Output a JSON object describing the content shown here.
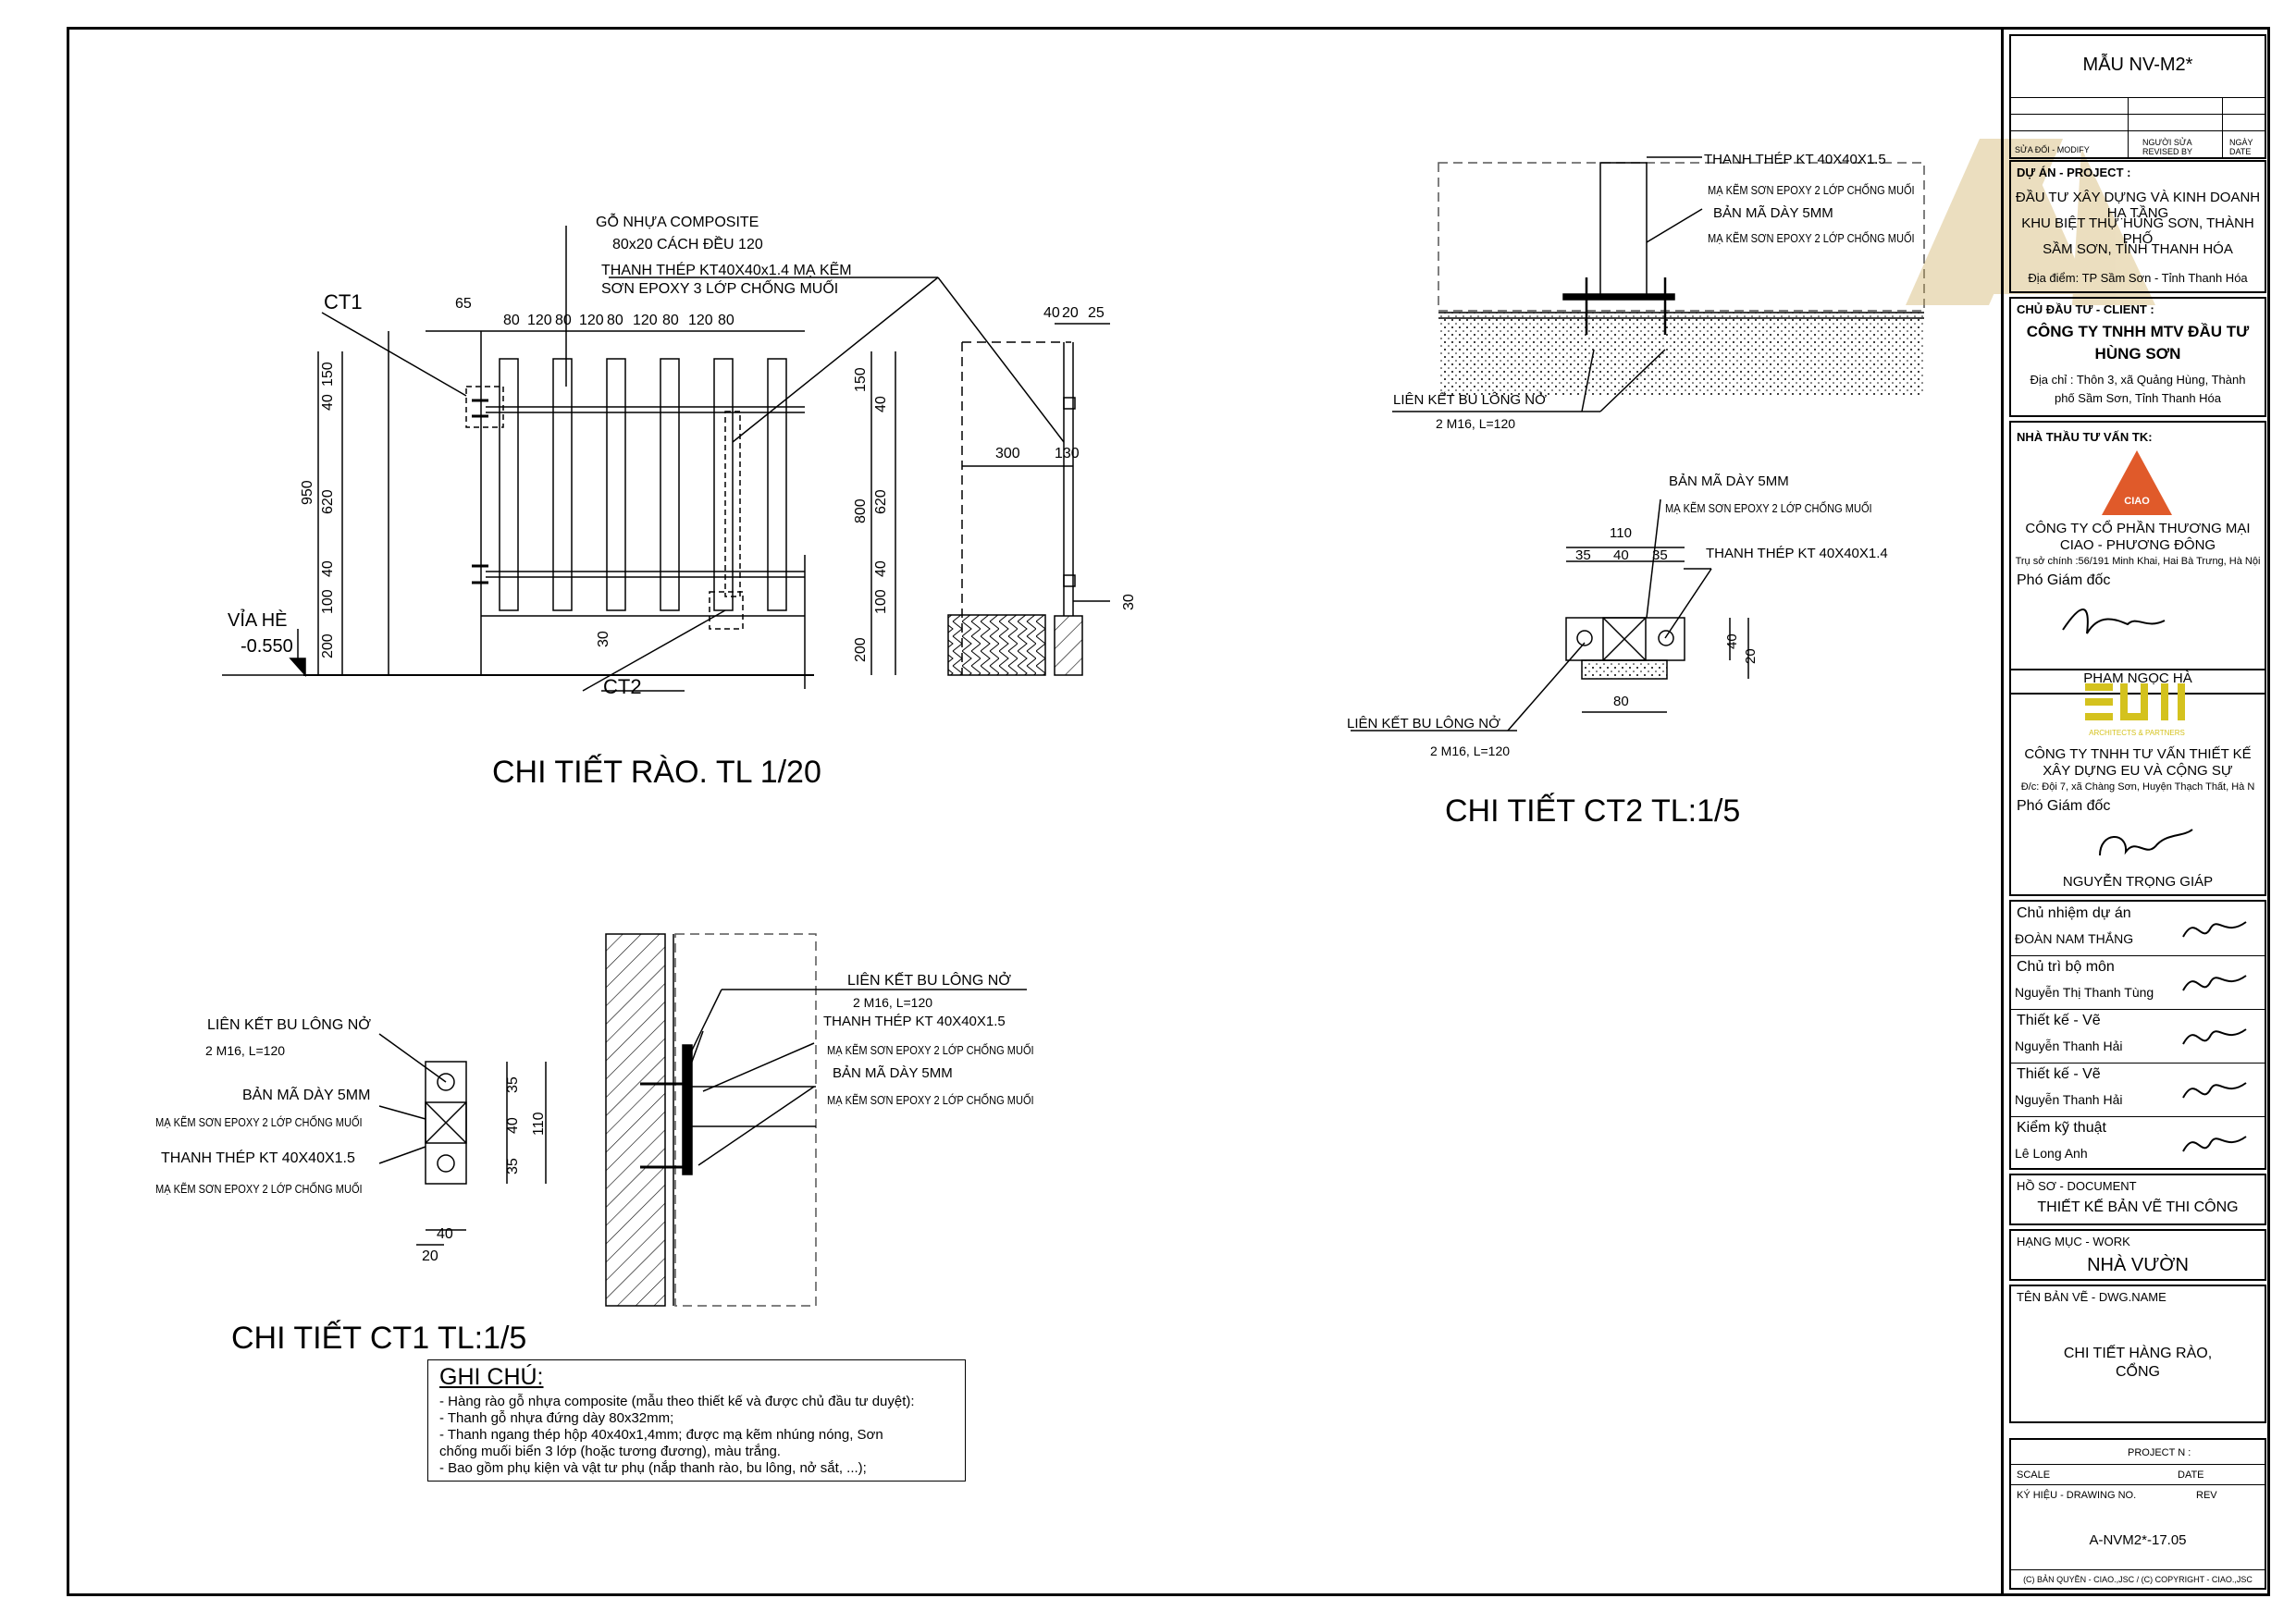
{
  "fence_detail": {
    "title": "CHI TIẾT RÀO. TL 1/20",
    "ct1_tag": "CT1",
    "ct2_tag": "CT2",
    "callout_wood": [
      "GỖ NHỰA COMPOSITE",
      "80x20 CÁCH ĐỀU 120"
    ],
    "callout_steel": [
      "THANH THÉP KT40X40x1.4 MẠ KẼM",
      "SƠN EPOXY 3 LỚP CHỐNG MUỐI"
    ],
    "top_dims": [
      "65",
      "80",
      "120",
      "80",
      "120",
      "80",
      "120",
      "80",
      "120",
      "80"
    ],
    "left_dims": [
      "40",
      "150",
      "620",
      "40",
      "100",
      "200",
      "950"
    ],
    "right_dims": [
      "150",
      "40",
      "620",
      "800",
      "40",
      "100",
      "200"
    ],
    "sidewalk_label": "VỈA HÈ",
    "sidewalk_level": "-0.550",
    "dim_30": "30",
    "section_top": [
      "40",
      "20",
      "25"
    ],
    "section_300": "300",
    "section_130": "130",
    "section_30": "30"
  },
  "ct2_detail": {
    "title": "CHI TIẾT CT2 TL:1/5",
    "elev_labels": [
      "THANH THÉP KT 40X40X1.5",
      "MẠ KẼM SƠN EPOXY 2 LỚP CHỐNG MUỐI",
      "BẢN MÃ DÀY 5MM",
      "MẠ KẼM SƠN EPOXY 2 LỚP CHỐNG MUỐI"
    ],
    "bolt_label": "LIÊN KẾT BU LÔNG NỞ",
    "bolt_spec": "2 M16, L=120",
    "plan_labels": [
      "BẢN MÃ DÀY 5MM",
      "MẠ KẼM SƠN EPOXY 2 LỚP CHỐNG MUỐI",
      "THANH THÉP KT 40X40X1.4"
    ],
    "plan_dims": [
      "110",
      "35",
      "40",
      "35",
      "40",
      "20",
      "80"
    ],
    "plan_bolt_label": "LIÊN KẾT BU LÔNG NỞ",
    "plan_bolt_spec": "2 M16, L=120"
  },
  "ct1_detail": {
    "title": "CHI TIẾT CT1 TL:1/5",
    "front_labels": [
      "LIÊN KẾT BU LÔNG NỞ",
      "2 M16, L=120",
      "BẢN MÃ DÀY 5MM",
      "MẠ KẼM SƠN EPOXY 2 LỚP CHỐNG MUỐI",
      "THANH THÉP KT 40X40X1.5",
      "MẠ KẼM SƠN EPOXY 2 LỚP CHỐNG MUỐI"
    ],
    "front_dims": [
      "35",
      "40",
      "35",
      "110",
      "40",
      "20"
    ],
    "side_labels": [
      "LIÊN KẾT BU LÔNG NỞ",
      "2 M16, L=120",
      "THANH THÉP KT 40X40X1.5",
      "MẠ KẼM SƠN EPOXY 2 LỚP CHỐNG MUỐI",
      "BẢN MÃ DÀY 5MM",
      "MẠ KẼM SƠN EPOXY 2 LỚP CHỐNG MUỐI"
    ]
  },
  "notes": {
    "title": "GHI CHÚ:",
    "lines": [
      "- Hàng rào gỗ nhựa composite (mẫu theo thiết kế và được chủ đầu tư duyệt):",
      "- Thanh gỗ nhựa đứng dày 80x32mm;",
      "- Thanh ngang thép hộp 40x40x1,4mm; được mạ kẽm nhúng nóng, Sơn",
      "chống muối biển 3 lớp (hoặc tương đương), màu trắng.",
      "- Bao gồm phụ kiện và vật tư phụ (nắp thanh rào, bu lông, nở sắt, ...);"
    ]
  },
  "title_block": {
    "template": "MẪU NV-M2*",
    "rev_cols": [
      "SỬA ĐỔI - MODIFY",
      "NGƯỜI SỬA REVISED BY",
      "NGÀY DATE"
    ],
    "project_label": "DỰ ÁN - PROJECT :",
    "project_lines": [
      "ĐẦU TƯ XÂY DỰNG VÀ KINH DOANH HẠ TẦNG",
      "KHU BIỆT THỰ HÙNG SƠN, THÀNH PHỐ",
      "SẦM SƠN, TỈNH THANH HÓA"
    ],
    "project_location": "Địa điểm: TP Sầm Sơn - Tỉnh Thanh Hóa",
    "client_label": "CHỦ ĐẦU TƯ - CLIENT :",
    "client_name": [
      "CÔNG TY TNHH MTV ĐẦU TƯ",
      "HÙNG SƠN"
    ],
    "client_address": [
      "Địa chỉ : Thôn 3, xã Quảng Hùng, Thành",
      "phố Sầm Sơn, Tỉnh Thanh Hóa"
    ],
    "consultant_label": "NHÀ THẦU TƯ VẤN TK:",
    "consultant1_logo": "CIAO",
    "consultant1": [
      "CÔNG TY CỔ PHẦN THƯƠNG MẠI",
      "CIAO - PHƯƠNG ĐÔNG"
    ],
    "consultant1_addr": "Trụ sở chính :56/191 Minh Khai, Hai Bà Trưng, Hà Nội",
    "consultant1_role": "Phó Giám đốc",
    "consultant1_person": "PHẠM NGỌC HÀ",
    "consultant2_logo_sub": "ARCHITECTS & PARTNERS",
    "consultant2": [
      "CÔNG TY TNHH TƯ VẤN THIẾT KẾ",
      "XÂY DỰNG EU VÀ CỘNG SỰ"
    ],
    "consultant2_addr": "Đ/c: Đội 7, xã Chàng Sơn, Huyện Thạch Thất, Hà N",
    "consultant2_role": "Phó Giám đốc",
    "consultant2_person": "NGUYỄN TRỌNG GIÁP",
    "signers": [
      {
        "role": "Chủ nhiệm dự án",
        "name": "ĐOÀN NAM THẮNG"
      },
      {
        "role": "Chủ trì bộ môn",
        "name": "Nguyễn Thị Thanh Tùng"
      },
      {
        "role": "Thiết kế - Vẽ",
        "name": "Nguyễn Thanh Hải"
      },
      {
        "role": "Thiết kế - Vẽ",
        "name": "Nguyễn Thanh Hải"
      },
      {
        "role": "Kiểm kỹ thuật",
        "name": "Lê Long Anh"
      }
    ],
    "document_label": "HỒ SƠ - DOCUMENT",
    "document": "THIẾT KẾ BẢN VẼ THI CÔNG",
    "work_label": "HẠNG MỤC - WORK",
    "work": "NHÀ VƯỜN",
    "dwg_label": "TÊN BẢN VẼ - DWG.NAME",
    "dwg_name": [
      "CHI TIẾT HÀNG RÀO,",
      "CỔNG"
    ],
    "project_no_label": "PROJECT N :",
    "scale_label": "SCALE",
    "date_label": "DATE",
    "drawing_no_label": "KÝ HIỆU - DRAWING NO.",
    "rev_label": "REV",
    "drawing_no": "A-NVM2*-17.05",
    "copyright": "(C) BẢN QUYỀN - CIAO.,JSC    /    (C) COPYRIGHT - CIAO.,JSC"
  },
  "colors": {
    "line": "#000000",
    "watermark": "#c8a24a",
    "eu_logo": "#d4c21e",
    "ciao_logo": "#e05a2a"
  }
}
